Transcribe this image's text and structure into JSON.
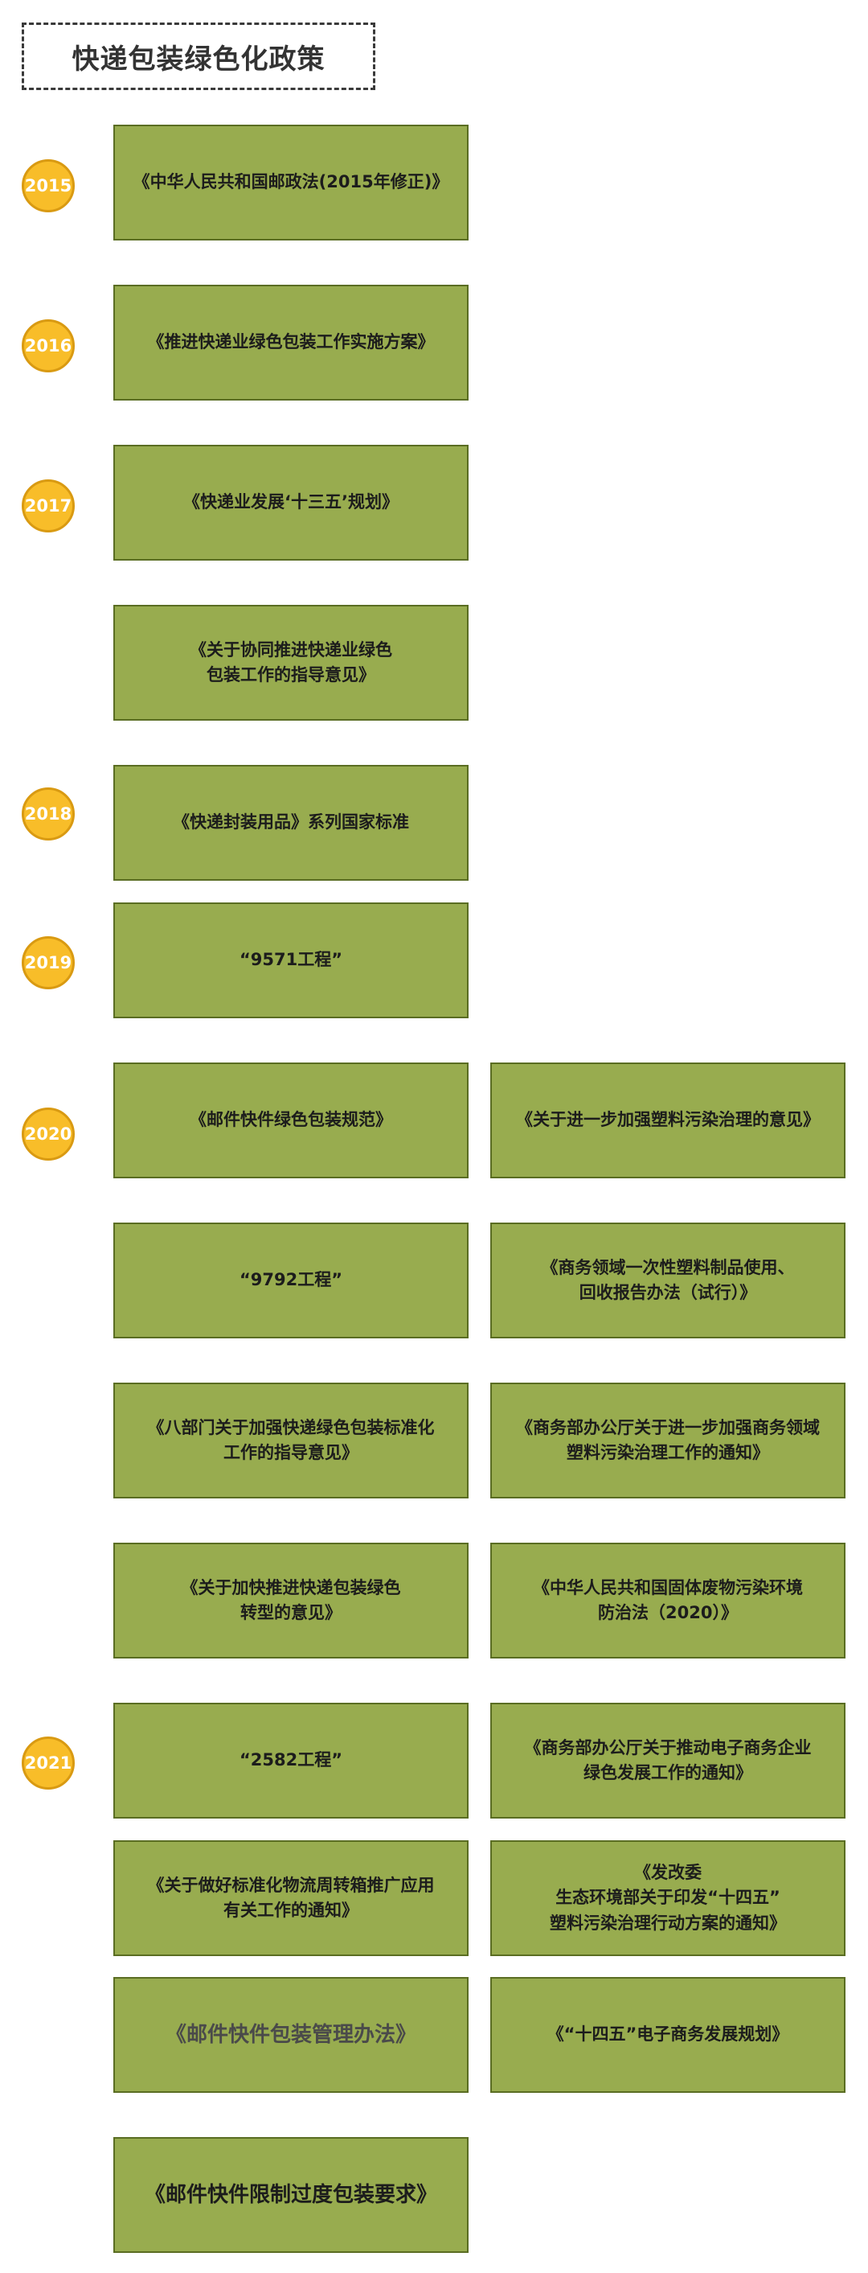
{
  "title": "快递包装绿色化政策",
  "years": [
    "2015",
    "2016",
    "2017",
    "2018",
    "2019",
    "2020",
    "2021"
  ],
  "policies": [
    {
      "id": "p2015",
      "text": "《中华人民共和国邮政法(2015年修正)》"
    },
    {
      "id": "p2016",
      "text": "《推进快递业绿色包装工作实施方案》"
    },
    {
      "id": "p2017a",
      "text": "《快递业发展‘十三五’规划》"
    },
    {
      "id": "p2017b",
      "text": "《关于协同推进快递业绿色\n包装工作的指导意见》"
    },
    {
      "id": "p2018",
      "text": "《快递封装用品》系列国家标准"
    },
    {
      "id": "p2019",
      "text": "“9571工程”"
    },
    {
      "id": "p2020a",
      "text": "《邮件快件绿色包装规范》"
    },
    {
      "id": "p2020b",
      "text": "《关于进一步加强塑料污染治理的意见》"
    },
    {
      "id": "p2020c",
      "text": "“9792工程”"
    },
    {
      "id": "p2020d",
      "text": "《商务领域一次性塑料制品使用、\n回收报告办法（试行）》"
    },
    {
      "id": "p2020e",
      "text": "《八部门关于加强快递绿色包装标准化\n工作的指导意见》"
    },
    {
      "id": "p2020f",
      "text": "《商务部办公厅关于进一步加强商务领域\n塑料污染治理工作的通知》"
    },
    {
      "id": "p2020g",
      "text": "《关于加快推进快递包装绿色\n转型的意见》"
    },
    {
      "id": "p2020h",
      "text": "《中华人民共和国固体废物污染环境\n防治法（2020）》"
    },
    {
      "id": "p2021a",
      "text": "“2582工程”"
    },
    {
      "id": "p2021b",
      "text": "《商务部办公厅关于推动电子商务企业\n绿色发展工作的通知》"
    },
    {
      "id": "p2021c",
      "text": "《关于做好标准化物流周转箱推广应用\n有关工作的通知》"
    },
    {
      "id": "p2021d",
      "text": "《发改委\n生态环境部关于印发“十四五”\n塑料污染治理行动方案的通知》"
    },
    {
      "id": "p2021e",
      "text": "《邮件快件包装管理办法》"
    },
    {
      "id": "p2021f",
      "text": "《“十四五”电子商务发展规划》"
    },
    {
      "id": "p2021g",
      "text": "《邮件快件限制过度包装要求》"
    }
  ],
  "colors": {
    "box_fill": "#98ac4f",
    "box_border": "#5a6d22",
    "year_fill": "#f8bd29",
    "year_border": "#d99a12"
  }
}
